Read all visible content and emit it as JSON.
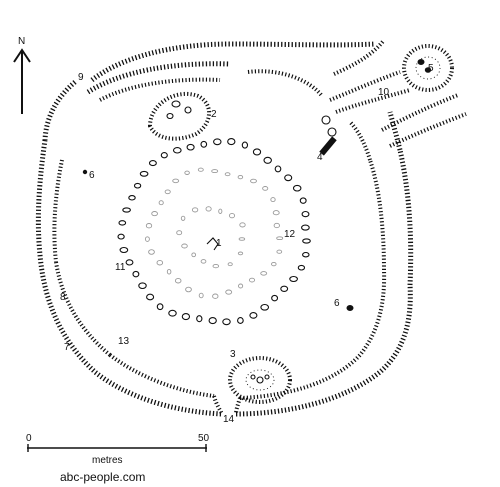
{
  "north_label": "N",
  "labels": [
    "1",
    "2",
    "3",
    "4",
    "5",
    "6",
    "6",
    "7",
    "8",
    "9",
    "10",
    "11",
    "12",
    "13",
    "14"
  ],
  "scale": {
    "start": "0",
    "end": "50",
    "unit": "metres"
  },
  "credit": "abc-people.com"
}
